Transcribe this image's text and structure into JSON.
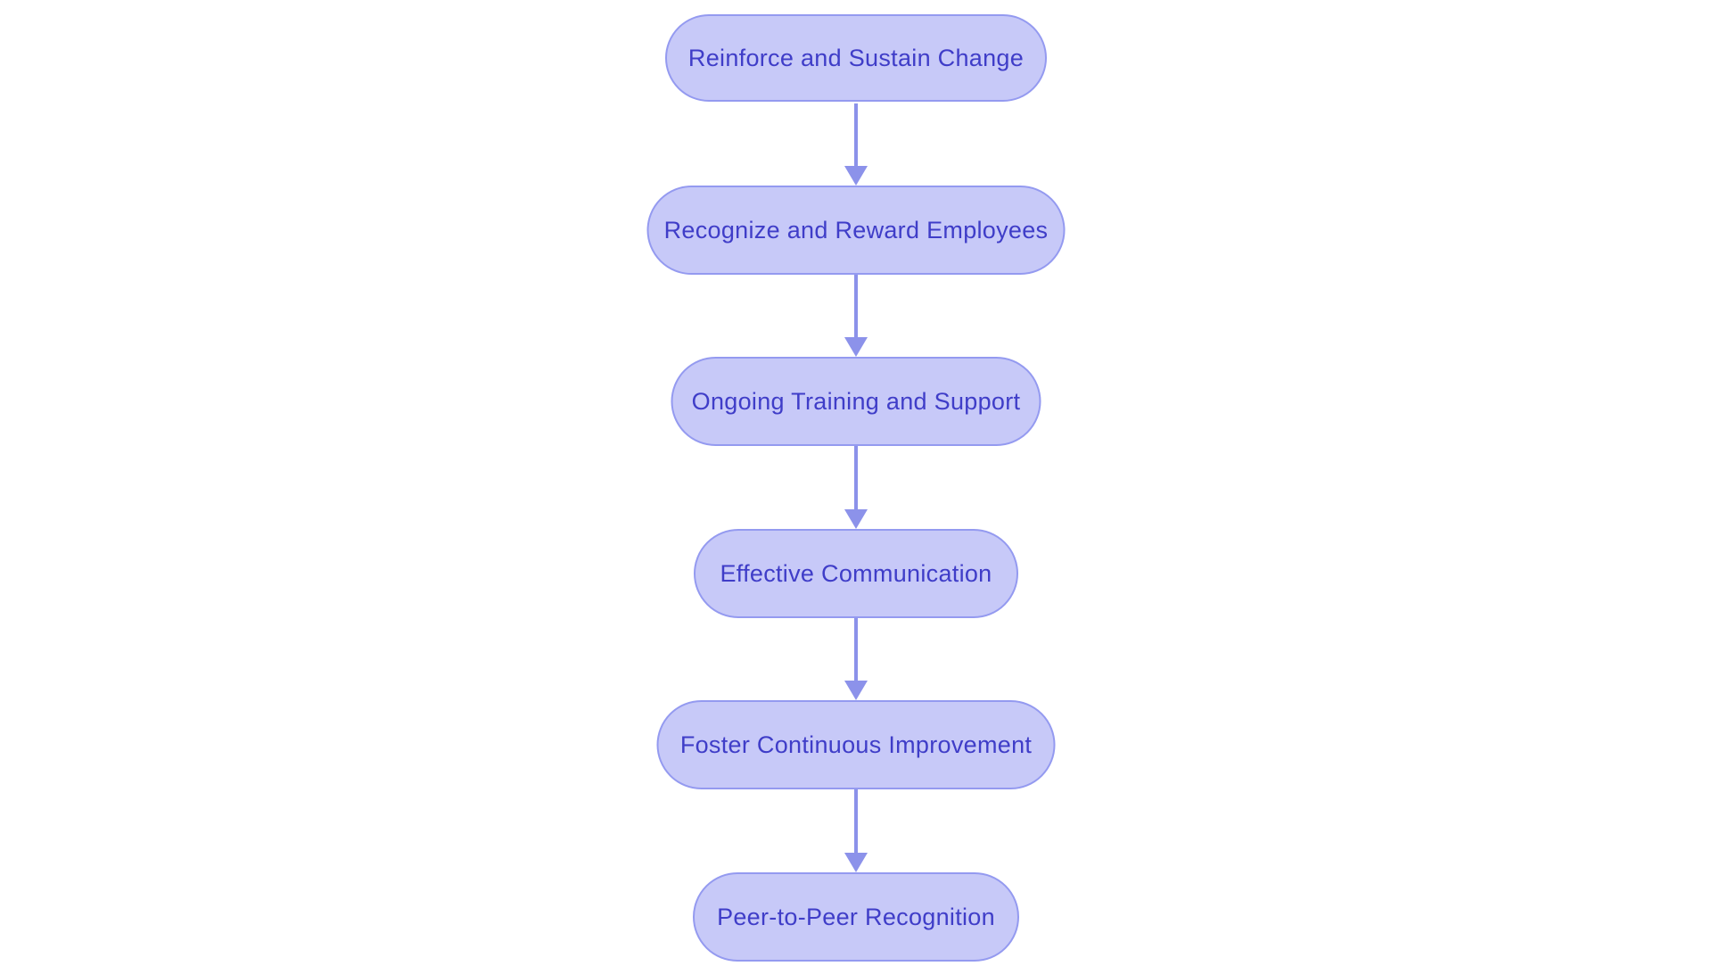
{
  "flowchart": {
    "steps": [
      {
        "label": "Reinforce and Sustain Change"
      },
      {
        "label": "Recognize and Reward Employees"
      },
      {
        "label": "Ongoing Training and Support"
      },
      {
        "label": "Effective Communication"
      },
      {
        "label": "Foster Continuous Improvement"
      },
      {
        "label": "Peer-to-Peer Recognition"
      }
    ],
    "connections": [
      {
        "from": 0,
        "to": 1
      },
      {
        "from": 1,
        "to": 2
      },
      {
        "from": 2,
        "to": 3
      },
      {
        "from": 3,
        "to": 4
      },
      {
        "from": 4,
        "to": 5
      }
    ],
    "colors": {
      "node_fill": "#c7c9f8",
      "node_border": "#949af0",
      "node_text": "#3f3dc8",
      "arrow": "#8c92ea",
      "background": "#ffffff"
    }
  }
}
